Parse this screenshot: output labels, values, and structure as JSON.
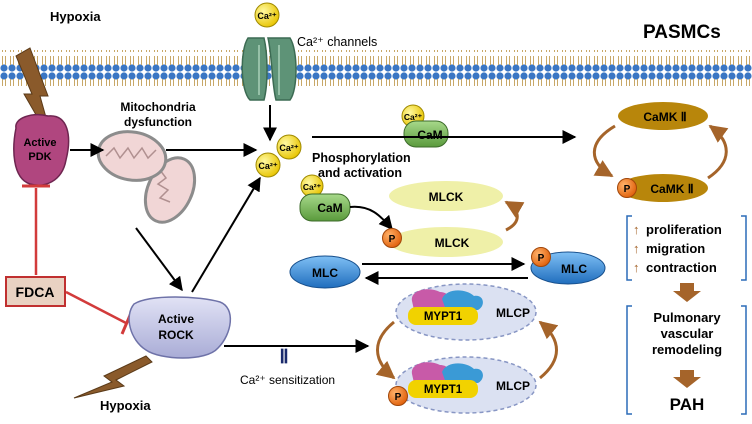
{
  "title": "PASMCs",
  "membrane": {
    "channel_label": "Ca²⁺ channels"
  },
  "ions": {
    "ca": "Ca²⁺"
  },
  "stimuli": {
    "hypoxia_top": "Hypoxia",
    "hypoxia_bottom": "Hypoxia"
  },
  "pdk": {
    "line1": "Active",
    "line2": "PDK"
  },
  "mito": {
    "line1": "Mitochondria",
    "line2": "dysfunction"
  },
  "drug": {
    "label": "FDCA"
  },
  "rock": {
    "line1": "Active",
    "line2": "ROCK"
  },
  "cam": {
    "label": "CaM"
  },
  "phos": {
    "line1": "Phosphorylation",
    "line2": "and activation"
  },
  "camk": {
    "label": "CaMK Ⅱ"
  },
  "mlck": {
    "label": "MLCK"
  },
  "mlc": {
    "label": "MLC"
  },
  "p_label": "P",
  "mlcp": {
    "label": "MLCP",
    "subunit": "MYPT1"
  },
  "sensitization": {
    "symbol": "Ⅱ",
    "label": "Ca²⁺ sensitization"
  },
  "outcomes": {
    "arrow_symbol": "↑",
    "items": [
      "proliferation",
      "migration",
      "contraction"
    ]
  },
  "remodel": {
    "line1": "Pulmonary",
    "line2": "vascular",
    "line3": "remodeling"
  },
  "pah": "PAH",
  "colors": {
    "membrane_head": "#3a76c4",
    "pdk": "#b0467f",
    "mito": "#f1d6d6",
    "drug_bg": "#e9d2c2",
    "drug_border": "#c03030",
    "rock": "#c4c6e6",
    "cam": "#7cb95a",
    "ca_ion": "#f2d200",
    "camk": "#b8860b",
    "mlck": "#eff0a8",
    "mlc": "#2f7fd0",
    "p_badge": "#f07a1a",
    "mlcp_bg": "#dbe1f2",
    "brown_arrow": "#a5642a",
    "inhibit": "#d23b3b"
  }
}
